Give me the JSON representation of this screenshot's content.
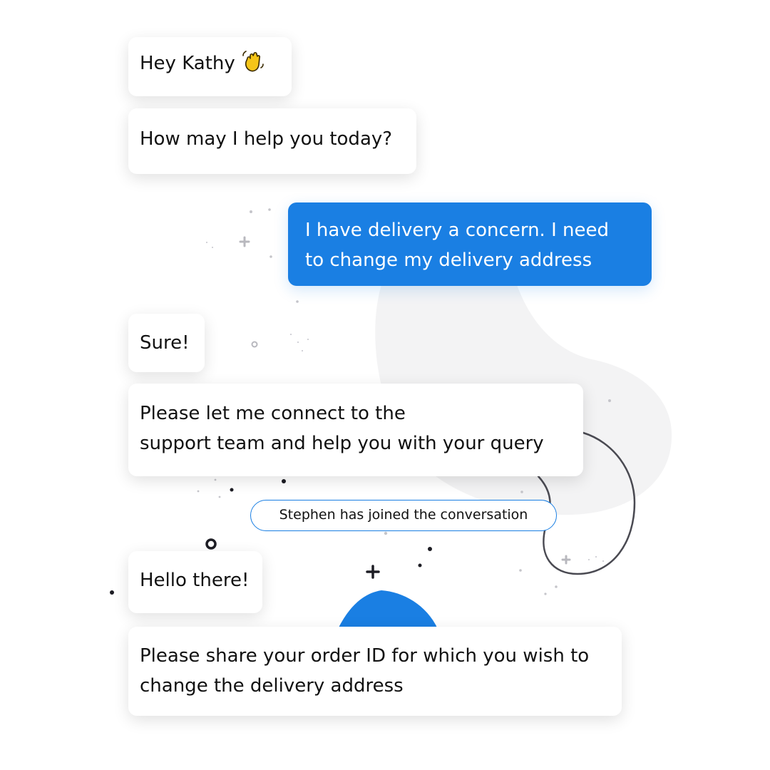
{
  "theme": {
    "accent": "#1a7fe3",
    "bubble_bg": "#ffffff",
    "blob_gray": "#f3f3f4"
  },
  "chat": {
    "messages": [
      {
        "sender": "agent",
        "text": "Hey Kathy",
        "emoji": "waving-hand-icon"
      },
      {
        "sender": "agent",
        "text": "How may I help you today?"
      },
      {
        "sender": "user",
        "lines": [
          "I have delivery a concern. I need",
          "to change my delivery address"
        ]
      },
      {
        "sender": "agent",
        "text": "Sure!"
      },
      {
        "sender": "agent",
        "lines": [
          "Please let me connect to the",
          "support team and help you with your query"
        ]
      },
      {
        "sender": "agent",
        "text": "Hello there!"
      },
      {
        "sender": "agent",
        "lines": [
          "Please share your order ID for which you wish to",
          "change the delivery address"
        ]
      }
    ],
    "system_notice": "Stephen has joined the conversation"
  }
}
